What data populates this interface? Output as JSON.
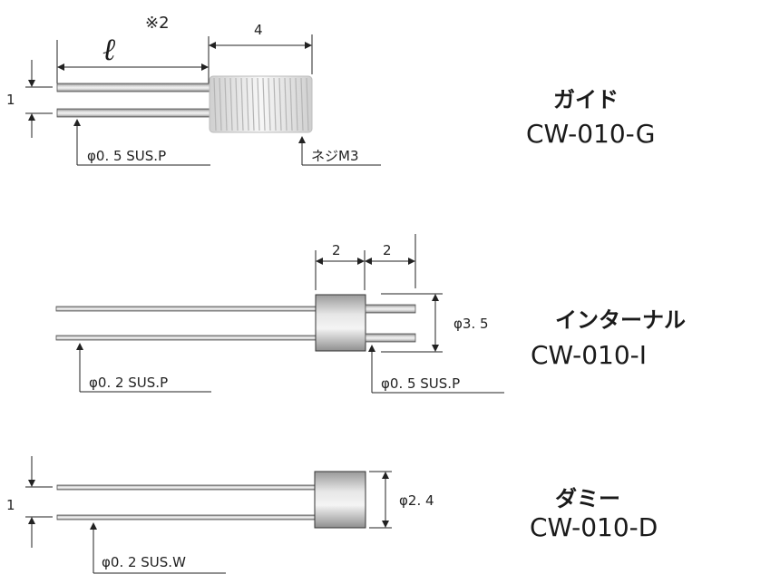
{
  "note_mark": "※2",
  "length_symbol": "ℓ",
  "guide": {
    "name": "ガイド",
    "code": "CW-010-G",
    "dim_length": "4",
    "dim_pitch": "1",
    "wire_spec": "φ0. 5 SUS.P",
    "thread_spec": "ネジM3"
  },
  "internal": {
    "name": "インターナル",
    "code": "CW-010-I",
    "dim_body": "2",
    "dim_pin": "2",
    "dim_diameter": "φ3. 5",
    "wire_spec_left": "φ0. 2 SUS.P",
    "wire_spec_right": "φ0. 5 SUS.P"
  },
  "dummy": {
    "name": "ダミー",
    "code": "CW-010-D",
    "dim_diameter": "φ2. 4",
    "dim_pitch": "1",
    "wire_spec": "φ0. 2 SUS.W"
  }
}
